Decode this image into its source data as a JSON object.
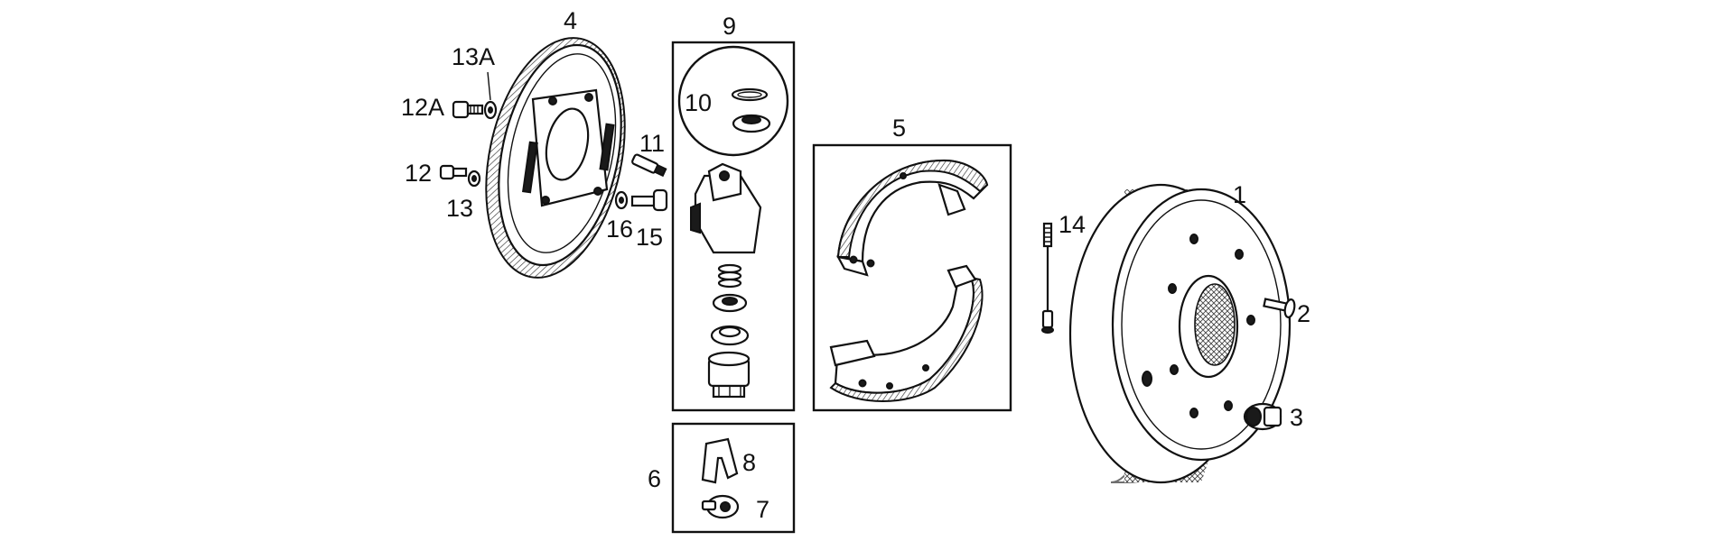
{
  "labels": {
    "p1": "1",
    "p2": "2",
    "p3": "3",
    "p4": "4",
    "p5": "5",
    "p6": "6",
    "p7": "7",
    "p8": "8",
    "p9": "9",
    "p10": "10",
    "p11": "11",
    "p12": "12",
    "p12a": "12A",
    "p13": "13",
    "p13a": "13A",
    "p14": "14",
    "p15": "15",
    "p16": "16"
  },
  "colors": {
    "ink": "#111111",
    "paper": "#ffffff"
  }
}
